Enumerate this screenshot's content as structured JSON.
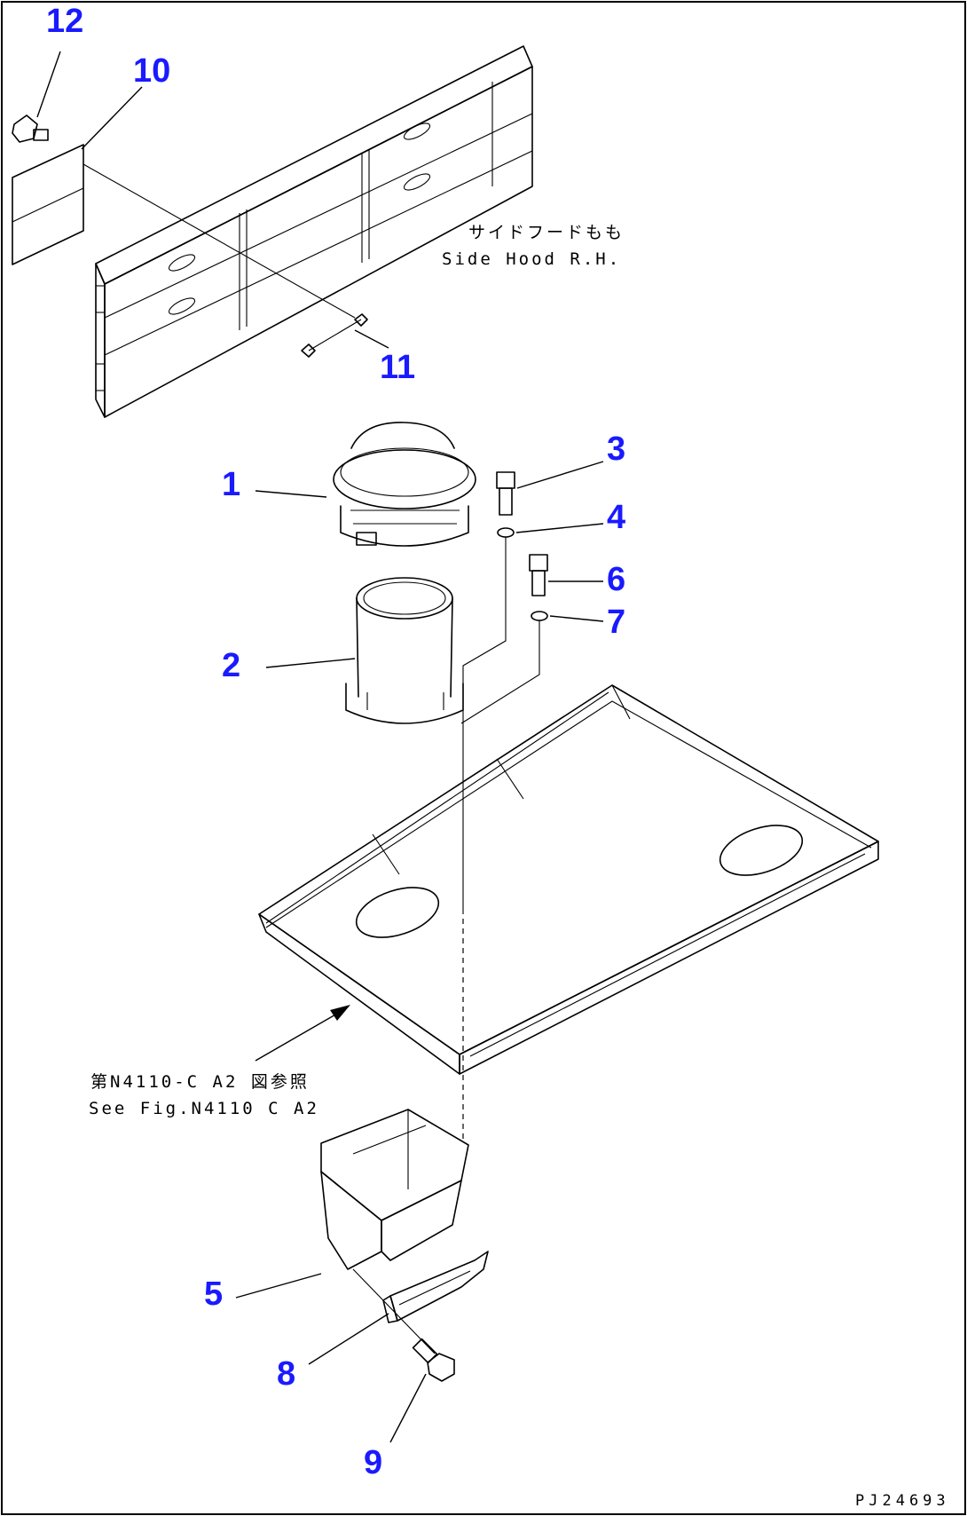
{
  "callouts": {
    "c1": "1",
    "c2": "2",
    "c3": "3",
    "c4": "4",
    "c5": "5",
    "c6": "6",
    "c7": "7",
    "c8": "8",
    "c9": "9",
    "c10": "10",
    "c11": "11",
    "c12": "12"
  },
  "notes": {
    "side_hood_jp": "サイドフードもも",
    "side_hood_en": "Side Hood R.H.",
    "see_fig_jp": "第N4110-C A2 図参照",
    "see_fig_en": "See Fig.N4110 C A2"
  },
  "drawing_number": "PJ24693",
  "colors": {
    "callout": "#1a1aff",
    "line": "#000000",
    "border": "#000000"
  }
}
